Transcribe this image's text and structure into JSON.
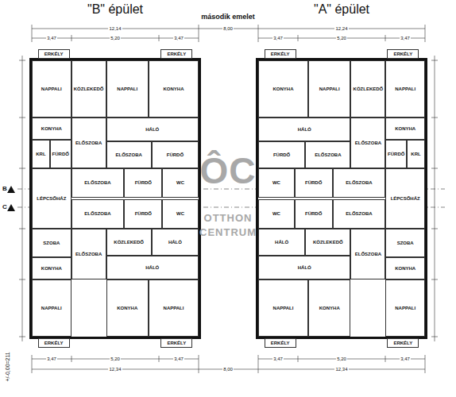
{
  "diagram": {
    "title": "második emelet",
    "nodes": [
      {
        "text": [
          "ERKÉLY"
        ]
      },
      {
        "text": [
          "ERKÉLY"
        ]
      },
      {
        "text": [
          "NAPPALI"
        ]
      },
      {
        "text": [
          "NAPPALI"
        ]
      },
      {
        "text": [
          "KONYHA"
        ]
      },
      {
        "text": [
          "KÖZLEKEDŐ"
        ]
      },
      {
        "text": [
          "KONYHA"
        ]
      },
      {
        "text": [
          "HÁLÓ"
        ]
      },
      {
        "text": [
          "KRL"
        ]
      },
      {
        "text": [
          "FÜRDŐ"
        ]
      },
      {
        "text": [
          "ELŐSZOBA"
        ]
      },
      {
        "text": [
          "ELŐSZOBA"
        ]
      },
      {
        "text": [
          "FÜRDŐ"
        ]
      },
      {
        "text": [
          "LÉPCSŐHÁZ"
        ]
      },
      {
        "text": [
          "ELŐSZOBA"
        ]
      },
      {
        "text": [
          "FÜRDŐ"
        ]
      },
      {
        "text": [
          "WC"
        ]
      },
      {
        "text": [
          "ELŐSZOBA"
        ]
      },
      {
        "text": [
          "FÜRDŐ"
        ]
      },
      {
        "text": [
          "WC"
        ]
      },
      {
        "text": [
          "SZOBA"
        ]
      },
      {
        "text": [
          "ELŐSZOBA"
        ]
      },
      {
        "text": [
          "KÖZLEKEDŐ"
        ]
      },
      {
        "text": [
          "HÁLÓ"
        ]
      },
      {
        "text": [
          "KONYHA"
        ]
      },
      {
        "text": [
          "HÁLÓ"
        ]
      },
      {
        "text": [
          "NAPPALI"
        ]
      },
      {
        "text": [
          "KONYHA"
        ]
      },
      {
        "text": [
          "NAPPALI"
        ]
      },
      {
        "text": [
          "ERKÉLY"
        ]
      },
      {
        "text": [
          "ERKÉLY"
        ]
      },
      {
        "text": [
          "ERKÉLY"
        ]
      },
      {
        "text": [
          "ERKÉLY"
        ]
      },
      {
        "text": [
          "NAPPALI"
        ]
      },
      {
        "text": [
          "NAPPALI"
        ]
      },
      {
        "text": [
          "KONYHA"
        ]
      },
      {
        "text": [
          "KÖZLEKEDŐ"
        ]
      },
      {
        "text": [
          "KONYHA"
        ]
      },
      {
        "text": [
          "HÁLÓ"
        ]
      },
      {
        "text": [
          "KRL"
        ]
      },
      {
        "text": [
          "FÜRDŐ"
        ]
      },
      {
        "text": [
          "ELŐSZOBA"
        ]
      },
      {
        "text": [
          "ELŐSZOBA"
        ]
      },
      {
        "text": [
          "FÜRDŐ"
        ]
      },
      {
        "text": [
          "LÉPCSŐHÁZ"
        ]
      },
      {
        "text": [
          "ELŐSZOBA"
        ]
      },
      {
        "text": [
          "FÜRDŐ"
        ]
      },
      {
        "text": [
          "WC"
        ]
      },
      {
        "text": [
          "ELŐSZOBA"
        ]
      },
      {
        "text": [
          "FÜRDŐ"
        ]
      },
      {
        "text": [
          "WC"
        ]
      },
      {
        "text": [
          "SZOBA"
        ]
      },
      {
        "text": [
          "ELŐSZOBA"
        ]
      },
      {
        "text": [
          "KÖZLEKEDŐ"
        ]
      },
      {
        "text": [
          "HÁLÓ"
        ]
      },
      {
        "text": [
          "KONYHA"
        ]
      },
      {
        "text": [
          "HÁLÓ"
        ]
      },
      {
        "text": [
          "NAPPALI"
        ]
      },
      {
        "text": [
          "KONYHA"
        ]
      },
      {
        "text": [
          "NAPPALI"
        ]
      },
      {
        "text": [
          "ERKÉLY"
        ]
      },
      {
        "text": [
          "ERKÉLY"
        ]
      }
    ],
    "labels": [
      "\"B\" épület",
      "\"A\" épület",
      "B",
      "C",
      "ÔC",
      "OTTHON",
      "CENTRUM",
      "+/-0,00=211",
      "12,14",
      "3,47",
      "5,20",
      "3,47",
      "8,00",
      "12,24",
      "3,47",
      "5,20",
      "3,47",
      "3,47",
      "5,20",
      "3,47",
      "12,34",
      "8,00",
      "3,47",
      "5,20",
      "3,47",
      "12,34"
    ]
  }
}
